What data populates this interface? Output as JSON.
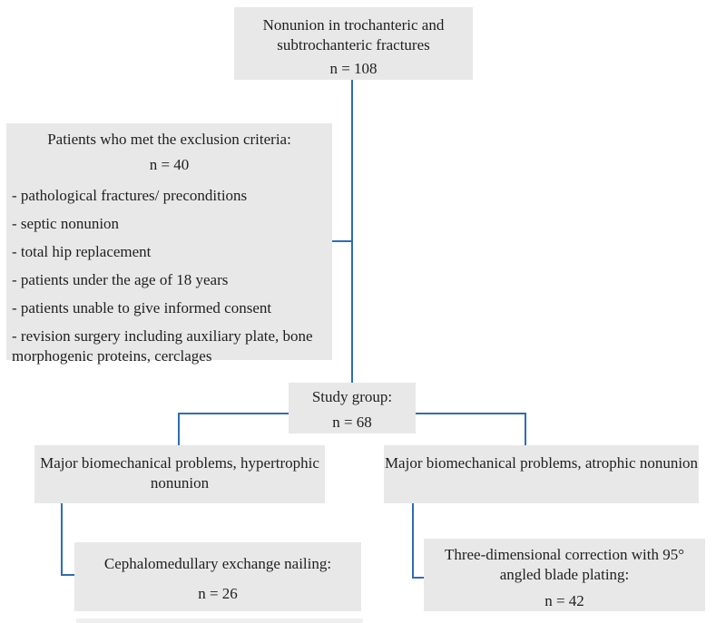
{
  "palette": {
    "page_bg": "#ffffff",
    "box_bg": "#e8e8e8",
    "connector": "#2e6db4",
    "text": "#1f1f1f"
  },
  "flowchart": {
    "top": {
      "title": "Nonunion in trochanteric and subtrochanteric fractures",
      "count": "n = 108"
    },
    "exclusion": {
      "title": "Patients who met the exclusion criteria:",
      "count": "n = 40",
      "items": [
        "- pathological fractures/ preconditions",
        "- septic nonunion",
        "- total hip replacement",
        "- patients under the age of 18 years",
        "- patients unable to give informed consent",
        "- revision surgery including auxiliary plate, bone morphogenic proteins, cerclages"
      ]
    },
    "study": {
      "title": "Study group:",
      "count": "n = 68"
    },
    "hypertrophic": {
      "title": "Major biomechanical problems, hypertrophic nonunion"
    },
    "atrophic": {
      "title": "Major biomechanical problems, atrophic nonunion"
    },
    "nailing": {
      "title": "Cephalomedullary exchange nailing:",
      "count": "n = 26"
    },
    "blade": {
      "title": "Three-dimensional correction with 95° angled blade plating:",
      "count": "n = 42"
    }
  }
}
